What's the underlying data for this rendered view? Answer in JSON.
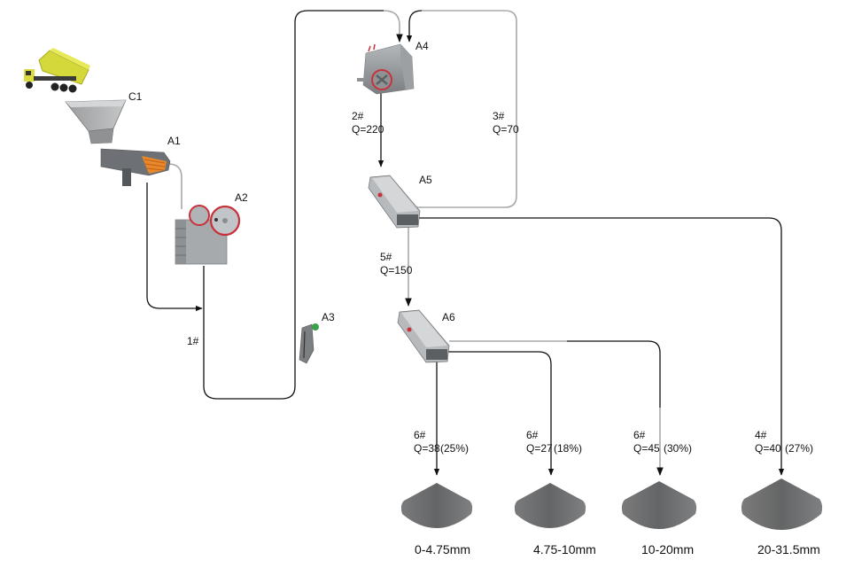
{
  "diagram": {
    "type": "crushing-plant-flowchart",
    "equipment": [
      {
        "id": "truck",
        "label": ""
      },
      {
        "id": "C1",
        "label": "C1",
        "kind": "hopper"
      },
      {
        "id": "A1",
        "label": "A1",
        "kind": "vibrating-feeder"
      },
      {
        "id": "A2",
        "label": "A2",
        "kind": "jaw-crusher"
      },
      {
        "id": "A3",
        "label": "A3",
        "kind": "belt-conveyor"
      },
      {
        "id": "A4",
        "label": "A4",
        "kind": "impact-crusher"
      },
      {
        "id": "A5",
        "label": "A5",
        "kind": "vibrating-screen"
      },
      {
        "id": "A6",
        "label": "A6",
        "kind": "vibrating-screen"
      }
    ],
    "streams": [
      {
        "id": "s1",
        "number": "1#",
        "flow": ""
      },
      {
        "id": "s2",
        "number": "2#",
        "flow": "Q=220"
      },
      {
        "id": "s3",
        "number": "3#",
        "flow": "Q=70"
      },
      {
        "id": "s5",
        "number": "5#",
        "flow": "Q=150"
      }
    ],
    "products": [
      {
        "number": "6#",
        "flow": "Q=38",
        "percent": "(25%)",
        "size": "0-4.75mm"
      },
      {
        "number": "6#",
        "flow": "Q=27",
        "percent": "(18%)",
        "size": "4.75-10mm"
      },
      {
        "number": "6#",
        "flow": "Q=45",
        "percent": "(30%)",
        "size": "10-20mm"
      },
      {
        "number": "4#",
        "flow": "Q=40",
        "percent": "(27%)",
        "size": "20-31.5mm"
      }
    ],
    "colors": {
      "line": "#111111",
      "line_gray": "#a8a8a8",
      "machine": "#8a8d90",
      "machine_dark": "#5f6265",
      "accent_red": "#c8313a",
      "truck_yellow": "#d8dc3c",
      "feeder_orange": "#e8882a",
      "motor_green": "#3aa04a",
      "pile": "#6e6f70"
    }
  }
}
